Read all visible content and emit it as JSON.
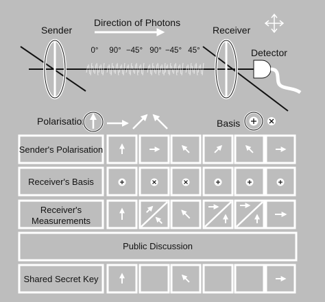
{
  "diagram": {
    "sender_label": "Sender",
    "receiver_label": "Receiver",
    "detector_label": "Detector",
    "direction_label": "Direction of Photons",
    "angles": [
      "0°",
      "90°",
      "−45°",
      "90°",
      "−45°",
      "45°"
    ],
    "polarisation_label": "Polarisation",
    "basis_label": "Basis"
  },
  "table": {
    "row_labels": {
      "senders_polarisation": "Sender's Polarisation",
      "receivers_basis": "Receiver's Basis",
      "receivers_measurements_line1": "Receiver's",
      "receivers_measurements_line2": "Measurements",
      "public_discussion": "Public Discussion",
      "shared_secret_key": "Shared Secret Key"
    },
    "senders_polarisation": [
      "up",
      "right",
      "up-left",
      "up-right",
      "up-left",
      "right"
    ],
    "receivers_basis": [
      "plus",
      "cross",
      "cross",
      "plus",
      "plus",
      "plus"
    ],
    "shared_secret_key": [
      "up",
      "",
      "up-left",
      "",
      "",
      "right"
    ]
  },
  "colors": {
    "background": "#bdbdbd",
    "ink": "#111111",
    "white": "#ffffff",
    "cell": "#bdbdbd",
    "cell_shadow": "#8a8a8a"
  }
}
